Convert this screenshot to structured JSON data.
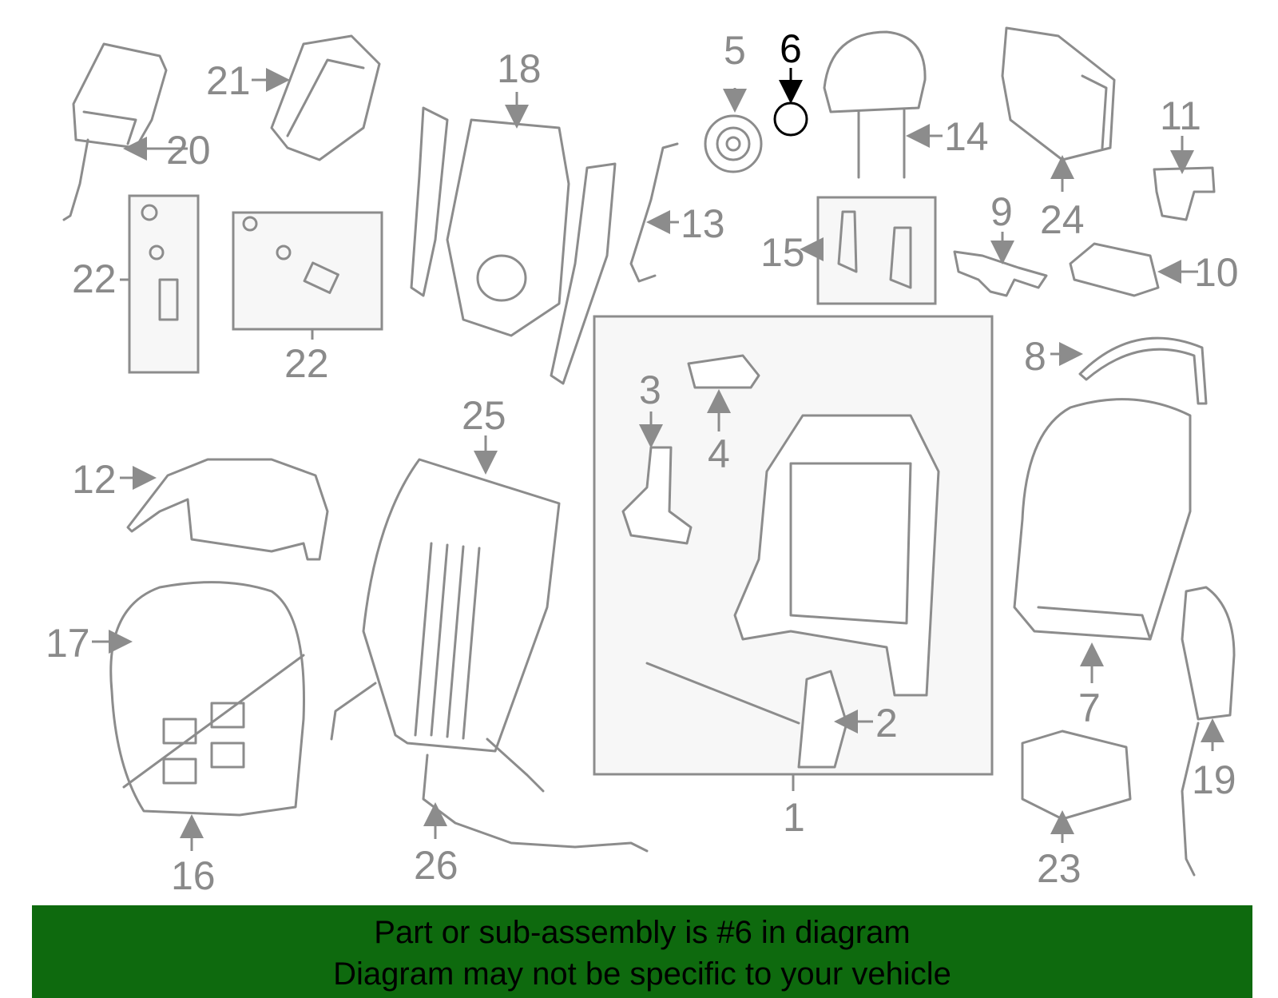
{
  "callouts": {
    "n1": "1",
    "n2": "2",
    "n3": "3",
    "n4": "4",
    "n5": "5",
    "n6": "6",
    "n7": "7",
    "n8": "8",
    "n9": "9",
    "n10": "10",
    "n11": "11",
    "n12": "12",
    "n13": "13",
    "n14": "14",
    "n15": "15",
    "n16": "16",
    "n17": "17",
    "n18": "18",
    "n19": "19",
    "n20": "20",
    "n21": "21",
    "n22a": "22",
    "n22b": "22",
    "n23": "23",
    "n24": "24",
    "n25": "25",
    "n26": "26"
  },
  "highlighted_part": "6",
  "banner": {
    "line1": "Part or sub-assembly is #6 in diagram",
    "line2": "Diagram may not be specific to your vehicle"
  },
  "colors": {
    "banner": "#0e6a0e",
    "linework": "#8c8c8c",
    "highlight": "#000000"
  }
}
